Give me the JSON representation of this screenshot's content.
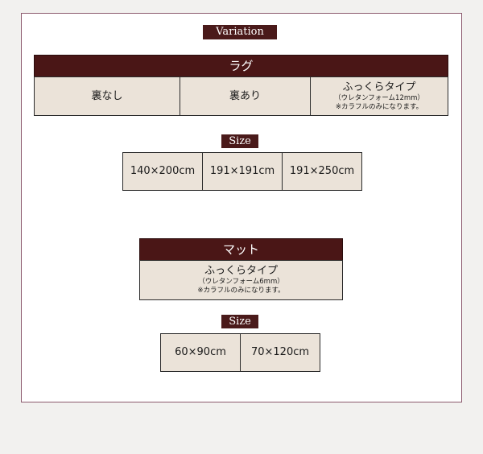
{
  "variation_label": "Variation",
  "rug": {
    "title": "ラグ",
    "options": [
      {
        "label": "裏なし"
      },
      {
        "label": "裏あり"
      },
      {
        "label": "ふっくらタイプ",
        "note1": "（ウレタンフォーム12mm）",
        "note2": "※カラフルのみになります。"
      }
    ],
    "size_label": "Size",
    "sizes": [
      "140×200cm",
      "191×191cm",
      "191×250cm"
    ]
  },
  "mat": {
    "title": "マット",
    "option": {
      "label": "ふっくらタイプ",
      "note1": "（ウレタンフォーム6mm）",
      "note2": "※カラフルのみになります。"
    },
    "size_label": "Size",
    "sizes": [
      "60×90cm",
      "70×120cm"
    ]
  },
  "colors": {
    "accent": "#4a1616",
    "cell_bg": "#ebe3d9",
    "frame_border": "#8c5a6e",
    "background": "#f2f1ef"
  }
}
